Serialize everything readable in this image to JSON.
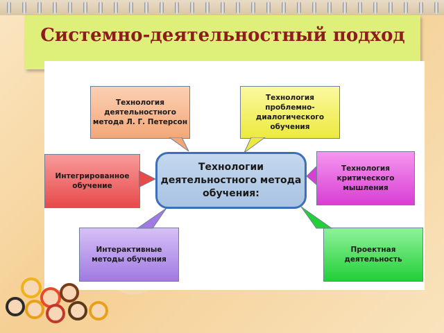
{
  "title": "Системно-деятельностный подход",
  "center_label": "Технологии деятельностного метода обучения:",
  "items": [
    {
      "label": "Технология деятельностного метода Л. Г. Петерсон"
    },
    {
      "label": "Технология проблемно-диалогического обучения"
    },
    {
      "label": "Интегрированное обучение"
    },
    {
      "label": "Технология критического мышления"
    },
    {
      "label": "Интерактивные методы обучения"
    },
    {
      "label": "Проектная деятельность"
    }
  ],
  "colors": {
    "banner": "#dff07a",
    "title_text": "#8b1d1d",
    "center_fill": "#b6cde8",
    "center_border": "#3c6fb8",
    "peach": "#f5b98f",
    "yellow": "#f3f06a",
    "red": "#f06a6a",
    "magenta": "#e45fe0",
    "violet": "#b48ce8",
    "green": "#34d94a"
  },
  "icons": [
    "spiral-binding",
    "children-figures"
  ]
}
